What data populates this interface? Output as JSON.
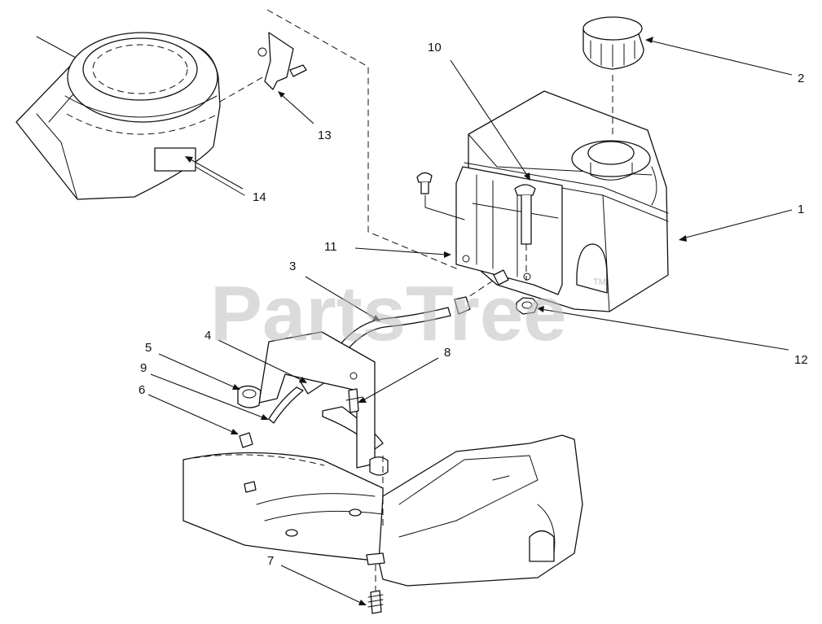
{
  "callouts": [
    {
      "id": "c1",
      "label": "1"
    },
    {
      "id": "c2",
      "label": "2"
    },
    {
      "id": "c3",
      "label": "3"
    },
    {
      "id": "c4",
      "label": "4"
    },
    {
      "id": "c5",
      "label": "5"
    },
    {
      "id": "c6",
      "label": "6"
    },
    {
      "id": "c7",
      "label": "7"
    },
    {
      "id": "c8",
      "label": "8"
    },
    {
      "id": "c9",
      "label": "9"
    },
    {
      "id": "c10",
      "label": "10"
    },
    {
      "id": "c11",
      "label": "11"
    },
    {
      "id": "c12",
      "label": "12"
    },
    {
      "id": "c13",
      "label": "13"
    },
    {
      "id": "c14",
      "label": "14"
    }
  ],
  "watermark": {
    "text": "PartsTree",
    "mark": "TM"
  }
}
